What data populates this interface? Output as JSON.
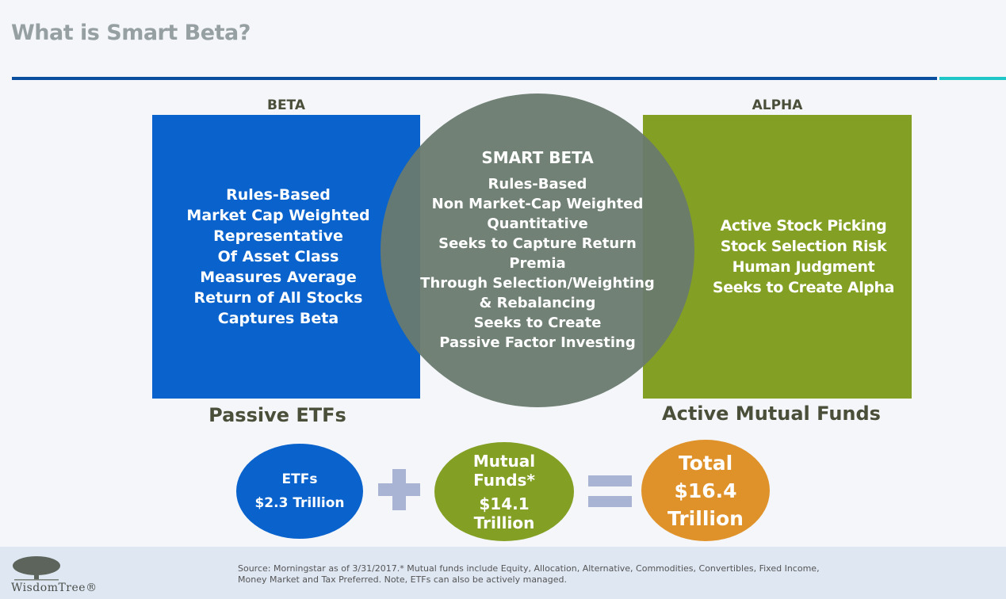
{
  "title": "What is Smart Beta?",
  "beta": {
    "label": "BETA",
    "lines": [
      "Rules-Based",
      "Market Cap Weighted",
      "Representative",
      "Of Asset Class",
      "Measures Average",
      "Return of All Stocks",
      "Captures Beta"
    ],
    "caption": "Passive ETFs"
  },
  "smart_beta": {
    "heading": "SMART BETA",
    "lines": [
      "Rules-Based",
      "Non Market-Cap Weighted",
      "Quantitative",
      "Seeks to Capture Return",
      "Premia",
      "Through Selection/Weighting",
      "& Rebalancing",
      "Seeks to Create",
      "Passive Factor Investing"
    ]
  },
  "alpha": {
    "label": "ALPHA",
    "lines": [
      "Active Stock Picking",
      "Stock Selection Risk",
      "Human Judgment",
      "Seeks to Create Alpha"
    ],
    "caption": "Active Mutual Funds"
  },
  "equation": {
    "etfs": [
      "ETFs",
      "$2.3 Trillion"
    ],
    "mutual": [
      "Mutual",
      "Funds*",
      "$14.1",
      "Trillion"
    ],
    "total": [
      "Total",
      "$16.4",
      "Trillion"
    ]
  },
  "footer": {
    "source": [
      "Source: Morningstar as of 3/31/2017.* Mutual funds include Equity, Allocation, Alternative, Commodities, Convertibles, Fixed Income,",
      "Money Market and Tax Preferred. Note, ETFs can also be actively managed."
    ],
    "logo": "WisdomTree®"
  }
}
